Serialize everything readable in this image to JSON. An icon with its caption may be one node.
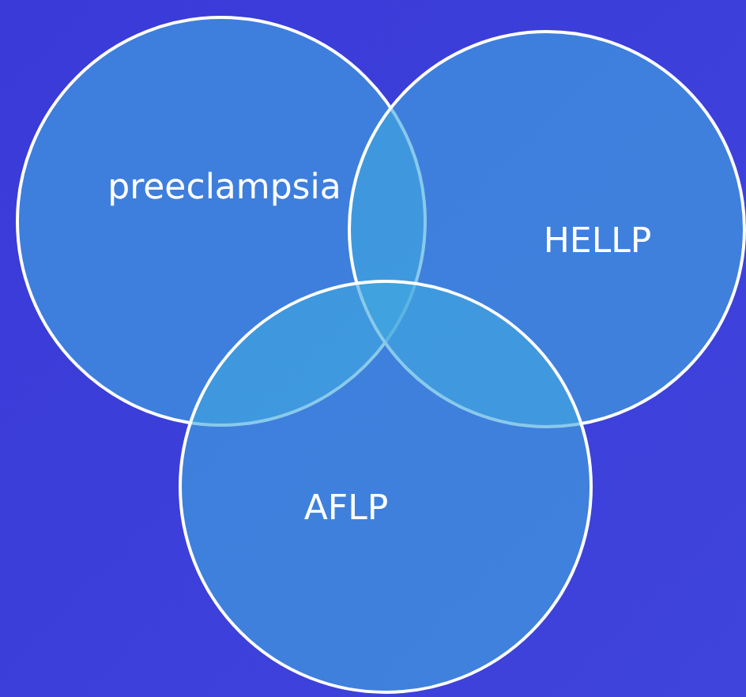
{
  "diagram": {
    "nodes": [
      {
        "text": [
          "preeclampsia"
        ]
      },
      {
        "text": [
          "HELLP"
        ]
      },
      {
        "text": [
          "AFLP"
        ]
      }
    ]
  }
}
